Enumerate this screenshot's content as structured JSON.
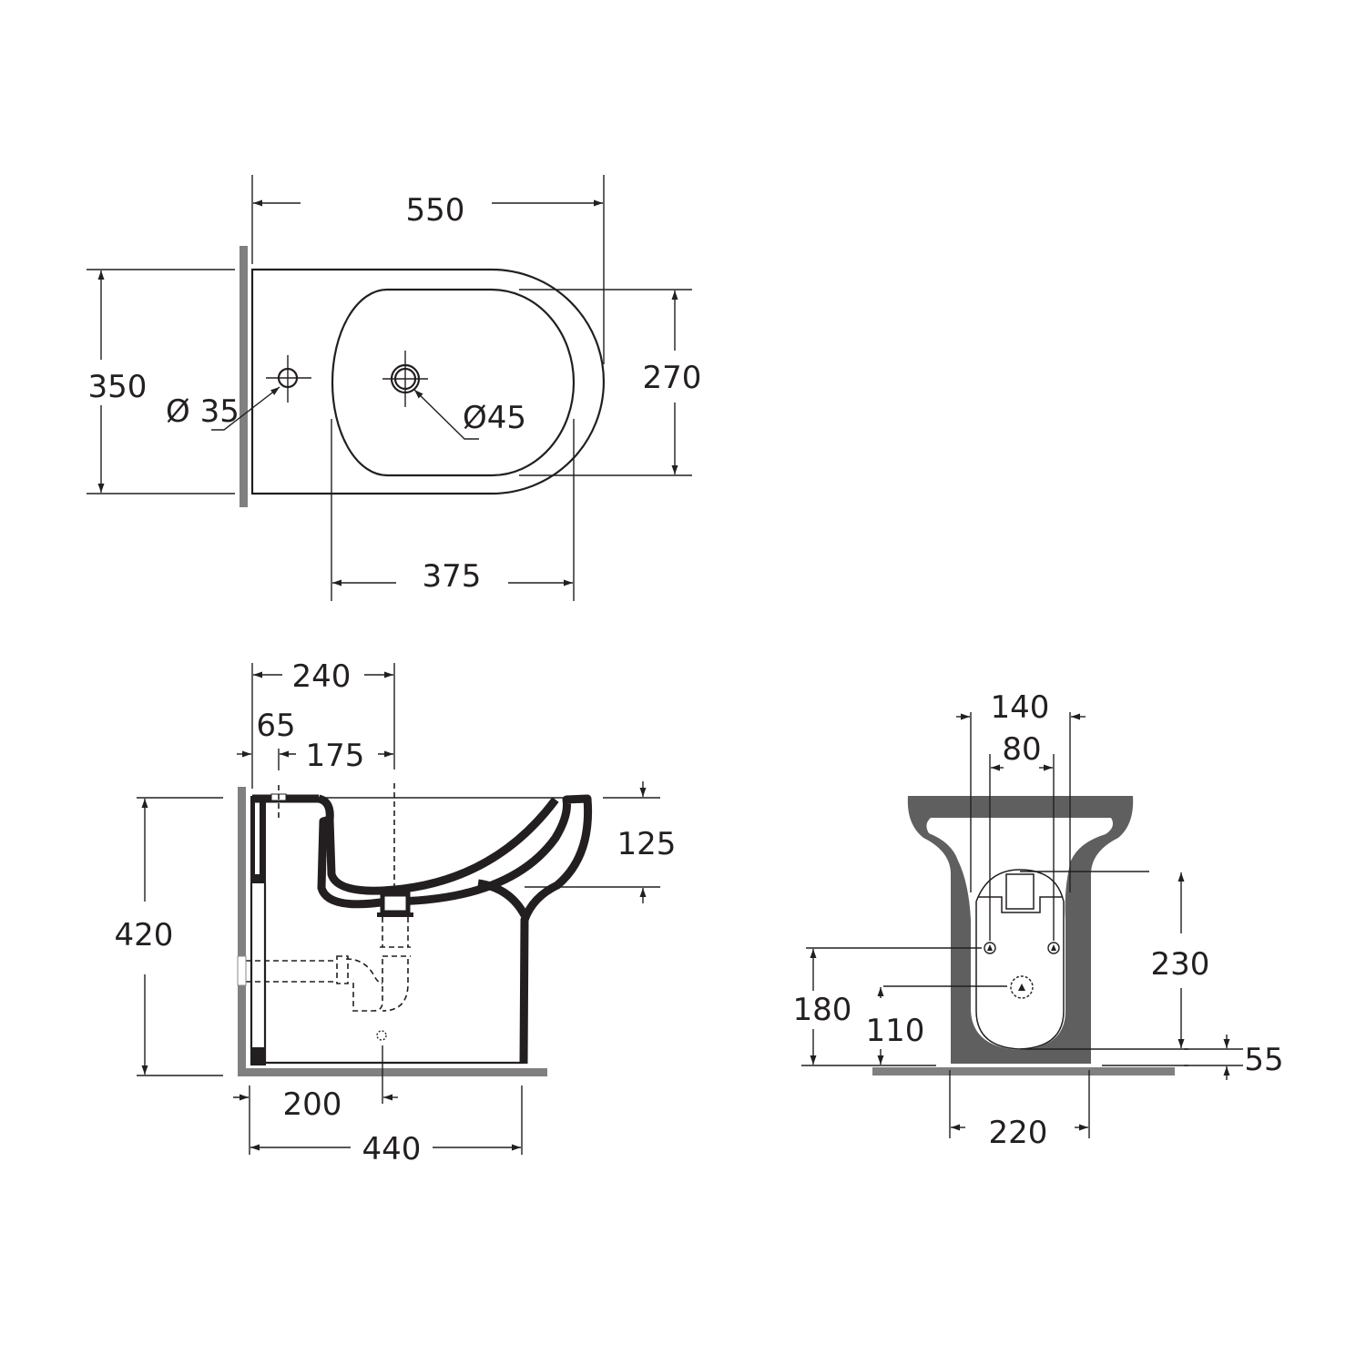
{
  "colors": {
    "line": "#231f20",
    "wall": "#808080",
    "section_fill": "#5f5f5f",
    "background": "#ffffff"
  },
  "views": {
    "top": {
      "name": "top-view",
      "dims": {
        "overall_length": "550",
        "overall_width": "350",
        "bowl_width": "270",
        "bowl_length": "375",
        "tap_hole": "Ø 35",
        "drain_hole": "Ø45"
      }
    },
    "side": {
      "name": "side-view",
      "dims": {
        "drain_from_wall": "240",
        "wall_offset": "65",
        "tap_to_drain": "175",
        "height": "420",
        "bowl_depth": "125",
        "floor_fixing_from_wall": "200",
        "depth": "440"
      }
    },
    "rear": {
      "name": "rear-view",
      "dims": {
        "outer_fixing_spacing": "140",
        "inner_fixing_spacing": "80",
        "water_inlet_height": "230",
        "fixing_height": "180",
        "waste_height": "110",
        "base_offset": "55",
        "base_width": "220"
      }
    }
  }
}
